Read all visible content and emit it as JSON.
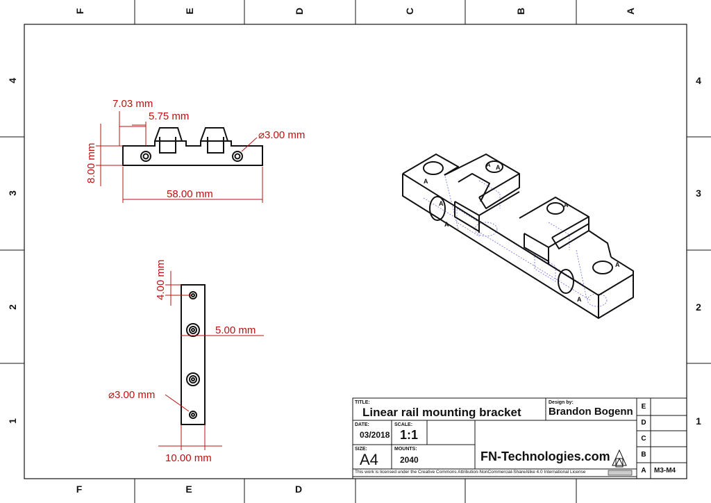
{
  "zones": {
    "top_letters": [
      "F",
      "E",
      "D",
      "C",
      "B",
      "A"
    ],
    "bottom_letters": [
      "F",
      "E",
      "D"
    ],
    "left_numbers": [
      "4",
      "3",
      "2",
      "1"
    ],
    "right_numbers": [
      "4",
      "3",
      "2",
      "1"
    ]
  },
  "dimensions": {
    "top_view": {
      "d1": "7.03 mm",
      "d2": "5.75 mm",
      "height": "8.00 mm",
      "hole": "⌀3.00 mm",
      "length": "58.00 mm"
    },
    "side_view": {
      "spacing": "4.00 mm",
      "offset": "5.00 mm",
      "hole": "⌀3.00 mm",
      "width": "10.00 mm"
    }
  },
  "iso_labels": [
    "A",
    "A",
    "A",
    "A",
    "A",
    "A",
    "A",
    "A"
  ],
  "title_block": {
    "title_caption": "TITLE:",
    "title": "Linear rail mounting bracket",
    "design_caption": "Design by:",
    "designer": "Brandon Bogenn",
    "date_caption": "DATE:",
    "date": "03/2018",
    "scale_caption": "SCALE:",
    "scale": "1:1",
    "size_caption": "SIZE:",
    "size": "A4",
    "mounts_caption": "MOUNTS:",
    "mounts": "2040",
    "company": "FN-Technologies.com",
    "license": "This work is licensed under the Creative Commons Attribution-NonCommercial-ShareAlike 4.0 International License",
    "revisions": [
      "E",
      "D",
      "C",
      "B",
      "A"
    ],
    "part_number": "M3-M4"
  },
  "colors": {
    "dimension": "#b11111",
    "hidden_lines": "#6b6bd8",
    "line": "#111111"
  }
}
